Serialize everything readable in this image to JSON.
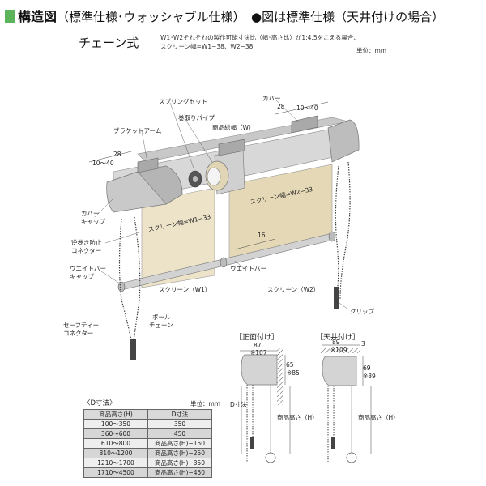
{
  "header": {
    "title": "構造図",
    "subtitle": "（標準仕様･ウォッシャブル仕様）　●図は標準仕様（天井付けの場合）",
    "method": "チェーン式",
    "note_line1": "W1･W2それぞれの製作可能寸法比（幅･高さ比）が1:4.5をこえる場合、",
    "note_line2": "スクリーン幅=W1−38、W2−38",
    "unit": "単位：mm"
  },
  "labels": {
    "spring_set": "スプリングセット",
    "cover": "カバー",
    "roll_pipe": "巻取りパイプ",
    "product_width": "商品総幅（W）",
    "bracket_arm": "ブラケットアーム",
    "screen_w2": "スクリーン幅=W2−33",
    "screen_w1": "スクリーン幅=W1−33",
    "cover_cap_1": "カバー",
    "cover_cap_2": "キャップ",
    "anti_reverse_1": "逆巻き防止",
    "anti_reverse_2": "コネクター",
    "weight_bar": "ウエイトバー",
    "weight_cap_1": "ウエイトバー",
    "weight_cap_2": "キャップ",
    "screen1": "スクリーン（W1）",
    "screen2": "スクリーン（W2）",
    "clip": "クリップ",
    "ball_chain_1": "ボール",
    "ball_chain_2": "チェーン",
    "safety_1": "セーフティー",
    "safety_2": "コネクター",
    "front_mount": "［正面付け］",
    "ceiling_mount": "［天井付け］",
    "d_dim": "D寸法",
    "product_height_1": "商品高さ（H）",
    "product_height_2": "商品高さ（H）"
  },
  "dims": {
    "d28_left": "28",
    "d10_40_left": "10～40",
    "d28_right": "28",
    "d10_40_right": "10～40",
    "d16": "16",
    "f87": "87",
    "f107": "※107",
    "f65": "65",
    "f85": "※85",
    "c89": "89",
    "c109": "※109",
    "c3": "3",
    "c69": "69",
    "c89b": "※89"
  },
  "table": {
    "caption": "〈D寸法〉",
    "unit": "単位：mm",
    "headers": [
      "商品高さ(H)",
      "D寸法"
    ],
    "rows": [
      [
        "100〜350",
        "350"
      ],
      [
        "360〜600",
        "450"
      ],
      [
        "610〜800",
        "商品高さ(H)−150"
      ],
      [
        "810〜1200",
        "商品高さ(H)−250"
      ],
      [
        "1210〜1700",
        "商品高さ(H)−350"
      ],
      [
        "1710〜4500",
        "商品高さ(H)−450"
      ]
    ]
  }
}
